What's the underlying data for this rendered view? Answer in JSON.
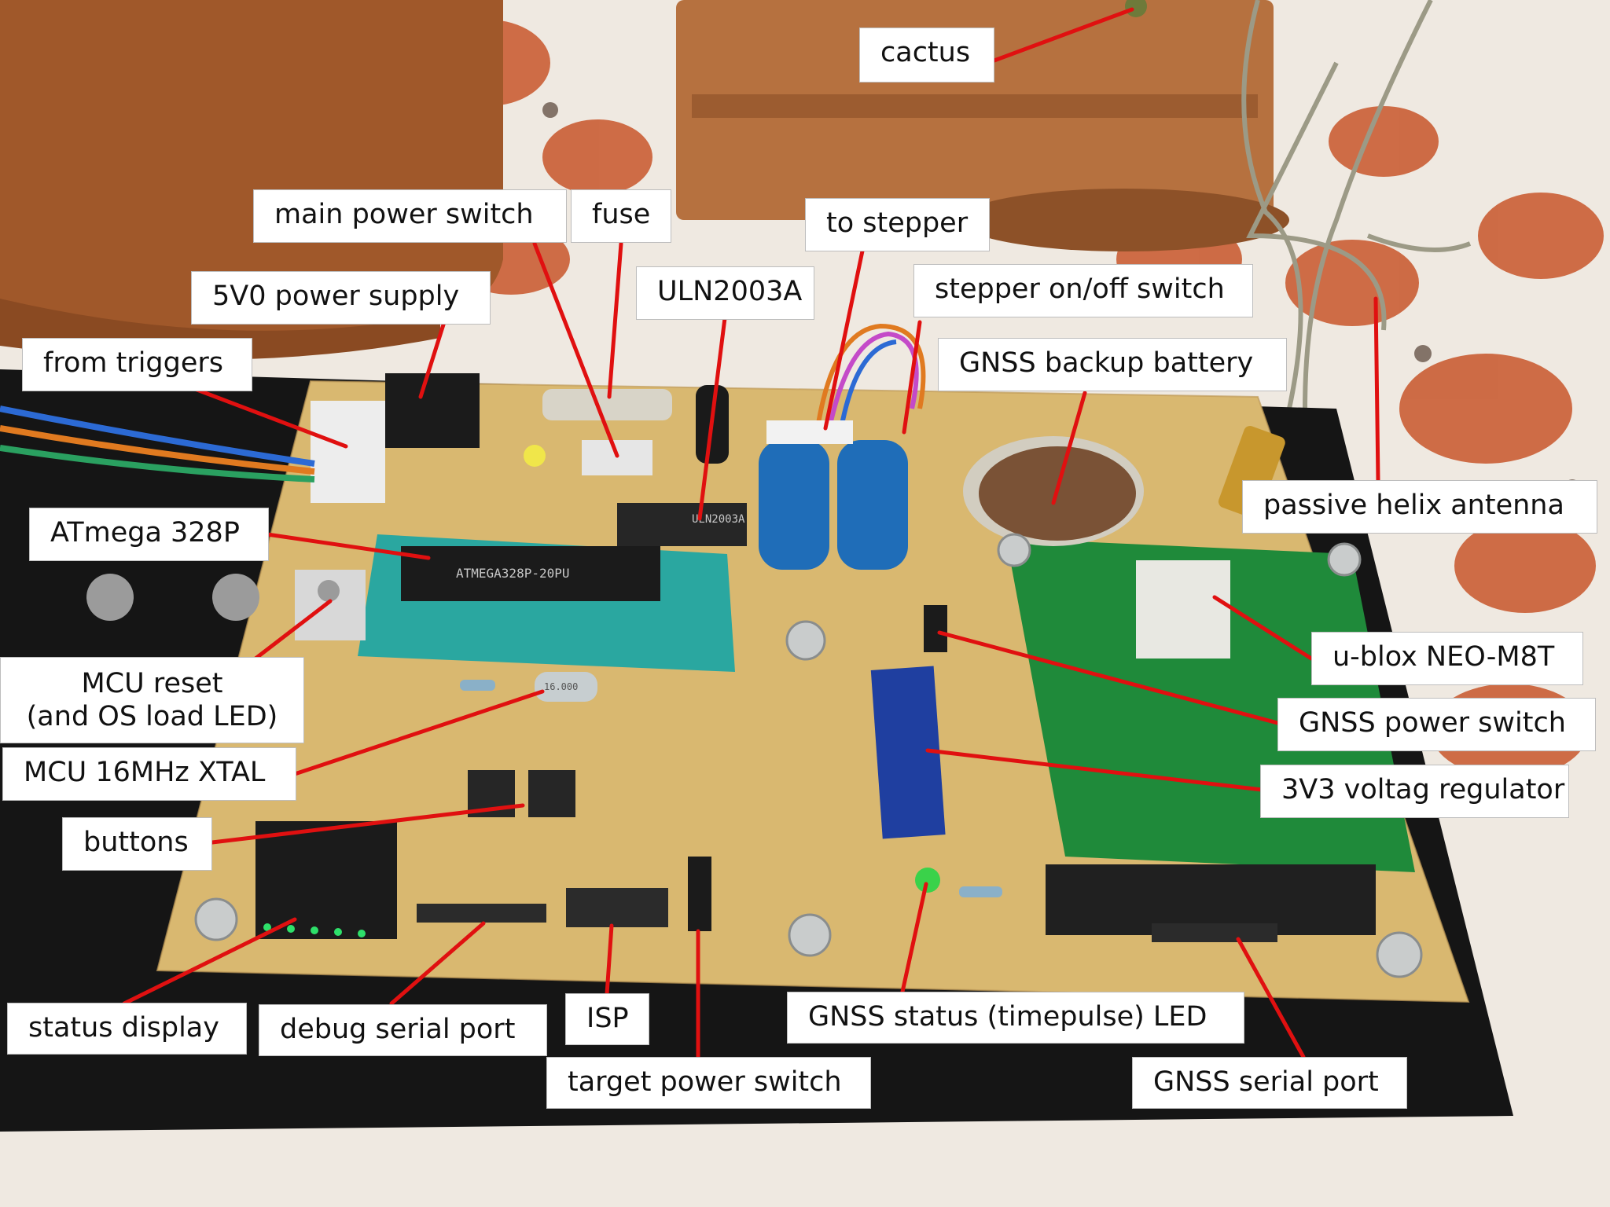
{
  "labels": {
    "cactus": "cactus",
    "main_power_switch": "main power switch",
    "fuse": "fuse",
    "to_stepper": "to stepper",
    "uln2003a": "ULN2003A",
    "stepper_switch": "stepper on/off switch",
    "power_supply": "5V0 power supply",
    "gnss_backup_battery": "GNSS backup battery",
    "from_triggers": "from triggers",
    "passive_helix_antenna": "passive helix antenna",
    "atmega": "ATmega 328P",
    "ublox": "u-blox NEO-M8T",
    "mcu_reset_line1": "MCU reset",
    "mcu_reset_line2": "(and OS load LED)",
    "gnss_power_switch": "GNSS power switch",
    "xtal": "MCU 16MHz XTAL",
    "regulator": "3V3 voltag regulator",
    "buttons": "buttons",
    "status_display": "status display",
    "debug_serial": "debug serial port",
    "isp": "ISP",
    "gnss_status_led": "GNSS status (timepulse) LED",
    "target_power_switch": "target power switch",
    "gnss_serial_port": "GNSS serial port"
  },
  "colors": {
    "leader_line": "#e01010",
    "pcb": "#d9b870",
    "gnss_board": "#1f8a3a",
    "zif_socket": "#2aa7a0",
    "base_board": "#151515",
    "pot": "#b5744a"
  },
  "components": {
    "chip_marking": "ATMEGA328P-20PU",
    "driver_marking": "ULN2003A",
    "xtal_marking": "16.000"
  }
}
